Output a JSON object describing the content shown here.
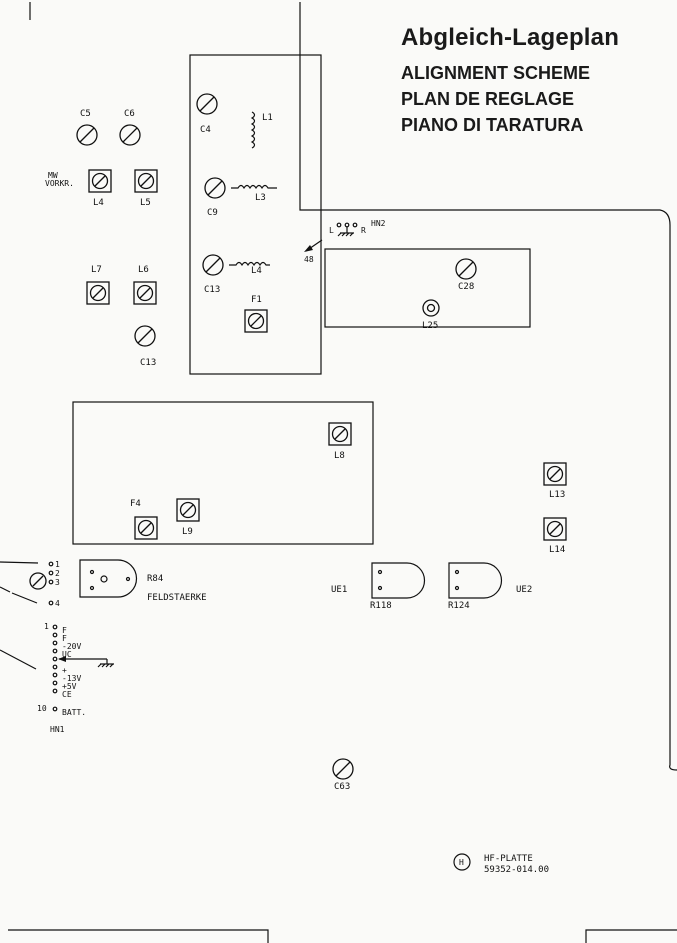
{
  "title": {
    "main": "Abgleich-Lageplan",
    "sub_en": "ALIGNMENT SCHEME",
    "sub_fr": "PLAN DE REGLAGE",
    "sub_it": "PIANO DI TARATURA"
  },
  "labels": {
    "c5": "C5",
    "c6": "C6",
    "mw_a": "MW",
    "mw_b": "VORKR.",
    "l4a": "L4",
    "l5": "L5",
    "l7": "L7",
    "l6": "L6",
    "c13a": "C13",
    "c4": "C4",
    "l1": "L1",
    "c9": "C9",
    "l3": "L3",
    "c13b": "C13",
    "l4b": "L4",
    "f1": "F1",
    "hn2": "HN2",
    "hn2_l": "L",
    "hn2_r": "R",
    "hn2_48": "48",
    "c28": "C28",
    "l25": "L25",
    "l8": "L8",
    "f4": "F4",
    "l9": "L9",
    "l13": "L13",
    "l14": "L14",
    "r84": "R84",
    "feld": "FELDSTAERKE",
    "ue1": "UE1",
    "r118": "R118",
    "r124": "R124",
    "ue2": "UE2",
    "c63": "C63",
    "hn1": "HN1",
    "plate_mark": "H",
    "plate_name": "HF-PLATTE",
    "plate_no": "59352-014.00"
  },
  "sw_pins": [
    "1",
    "2",
    "3",
    "4"
  ],
  "hn1_pins": [
    {
      "num": "1",
      "label": "F"
    },
    {
      "num": "",
      "label": "F"
    },
    {
      "num": "",
      "label": "-20V"
    },
    {
      "num": "",
      "label": "UC"
    },
    {
      "num": "",
      "label": ""
    },
    {
      "num": "",
      "label": "+"
    },
    {
      "num": "",
      "label": "-13V"
    },
    {
      "num": "",
      "label": "+5V"
    },
    {
      "num": "",
      "label": "CE"
    },
    {
      "num": "10",
      "label": "BATT."
    }
  ]
}
